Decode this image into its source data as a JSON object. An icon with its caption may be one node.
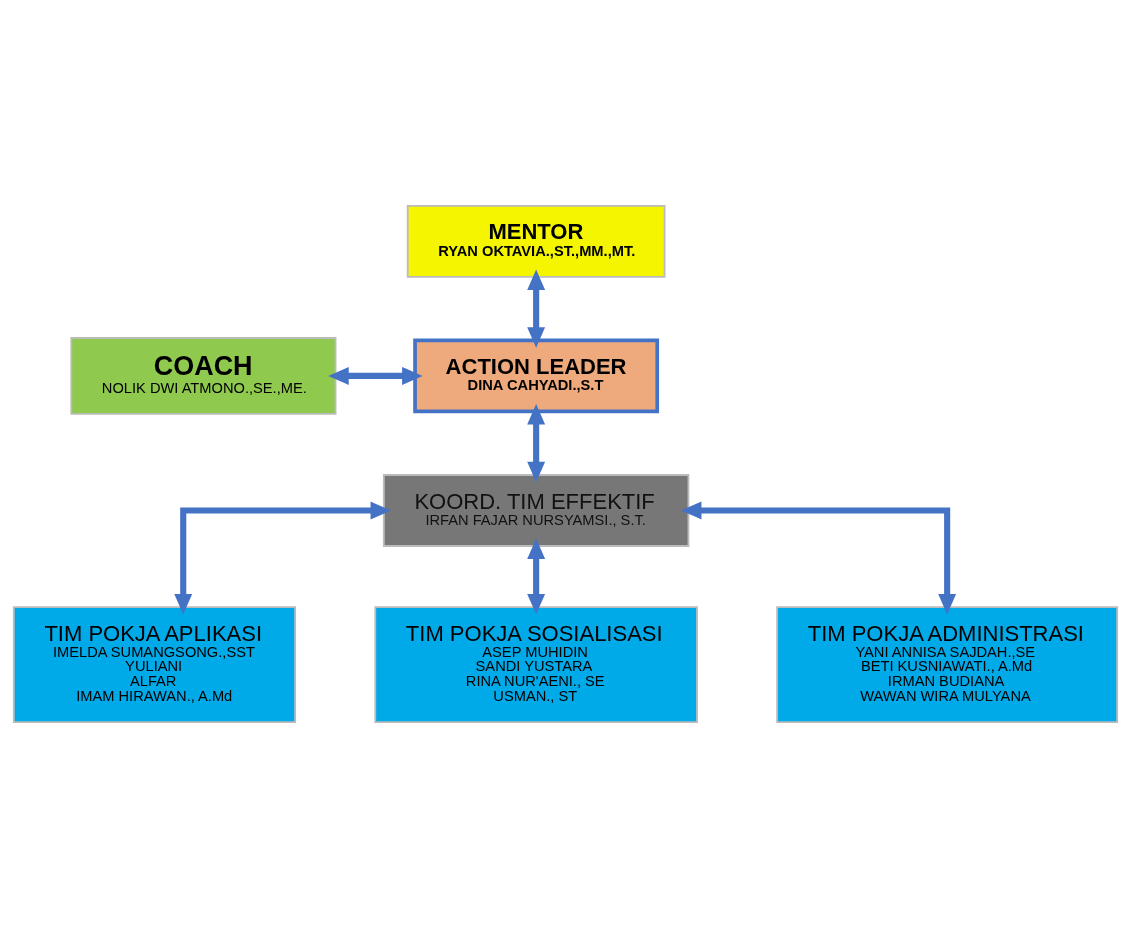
{
  "diagram": {
    "nodes": [
      {
        "text": [
          "MENTOR",
          "RYAN OKTAVIA.,ST.,MM.,MT."
        ]
      },
      {
        "text": [
          "COACH",
          "NOLIK DWI ATMONO.,SE.,ME."
        ]
      },
      {
        "text": [
          "ACTION LEADER",
          "DINA CAHYADI.,S.T"
        ]
      },
      {
        "text": [
          "KOORD. TIM EFFEKTIF",
          "IRFAN FAJAR NURSYAMSI., S.T."
        ]
      },
      {
        "text": [
          "TIM POKJA APLIKASI",
          "IMELDA SUMANGSONG.,SST",
          "YULIANI",
          "ALFAR",
          "IMAM HIRAWAN., A.Md"
        ]
      },
      {
        "text": [
          "TIM POKJA SOSIALISASI",
          "ASEP MUHIDIN",
          "SANDI YUSTARA",
          "RINA NUR'AENI., SE",
          "USMAN., ST"
        ]
      },
      {
        "text": [
          "TIM POKJA ADMINISTRASI",
          "YANI ANNISA SAJDAH.,SE",
          "BETI KUSNIAWATI., A.Md",
          "IRMAN BUDIANA",
          "WAWAN WIRA MULYANA"
        ]
      }
    ],
    "edges": [
      {
        "from": 0,
        "to": 2,
        "arrow": "both"
      },
      {
        "from": 1,
        "to": 2,
        "arrow": "both"
      },
      {
        "from": 2,
        "to": 3,
        "arrow": "both"
      },
      {
        "from": 3,
        "to": 4,
        "arrow": "both"
      },
      {
        "from": 3,
        "to": 5,
        "arrow": "both"
      },
      {
        "from": 3,
        "to": 6,
        "arrow": "both"
      }
    ]
  }
}
